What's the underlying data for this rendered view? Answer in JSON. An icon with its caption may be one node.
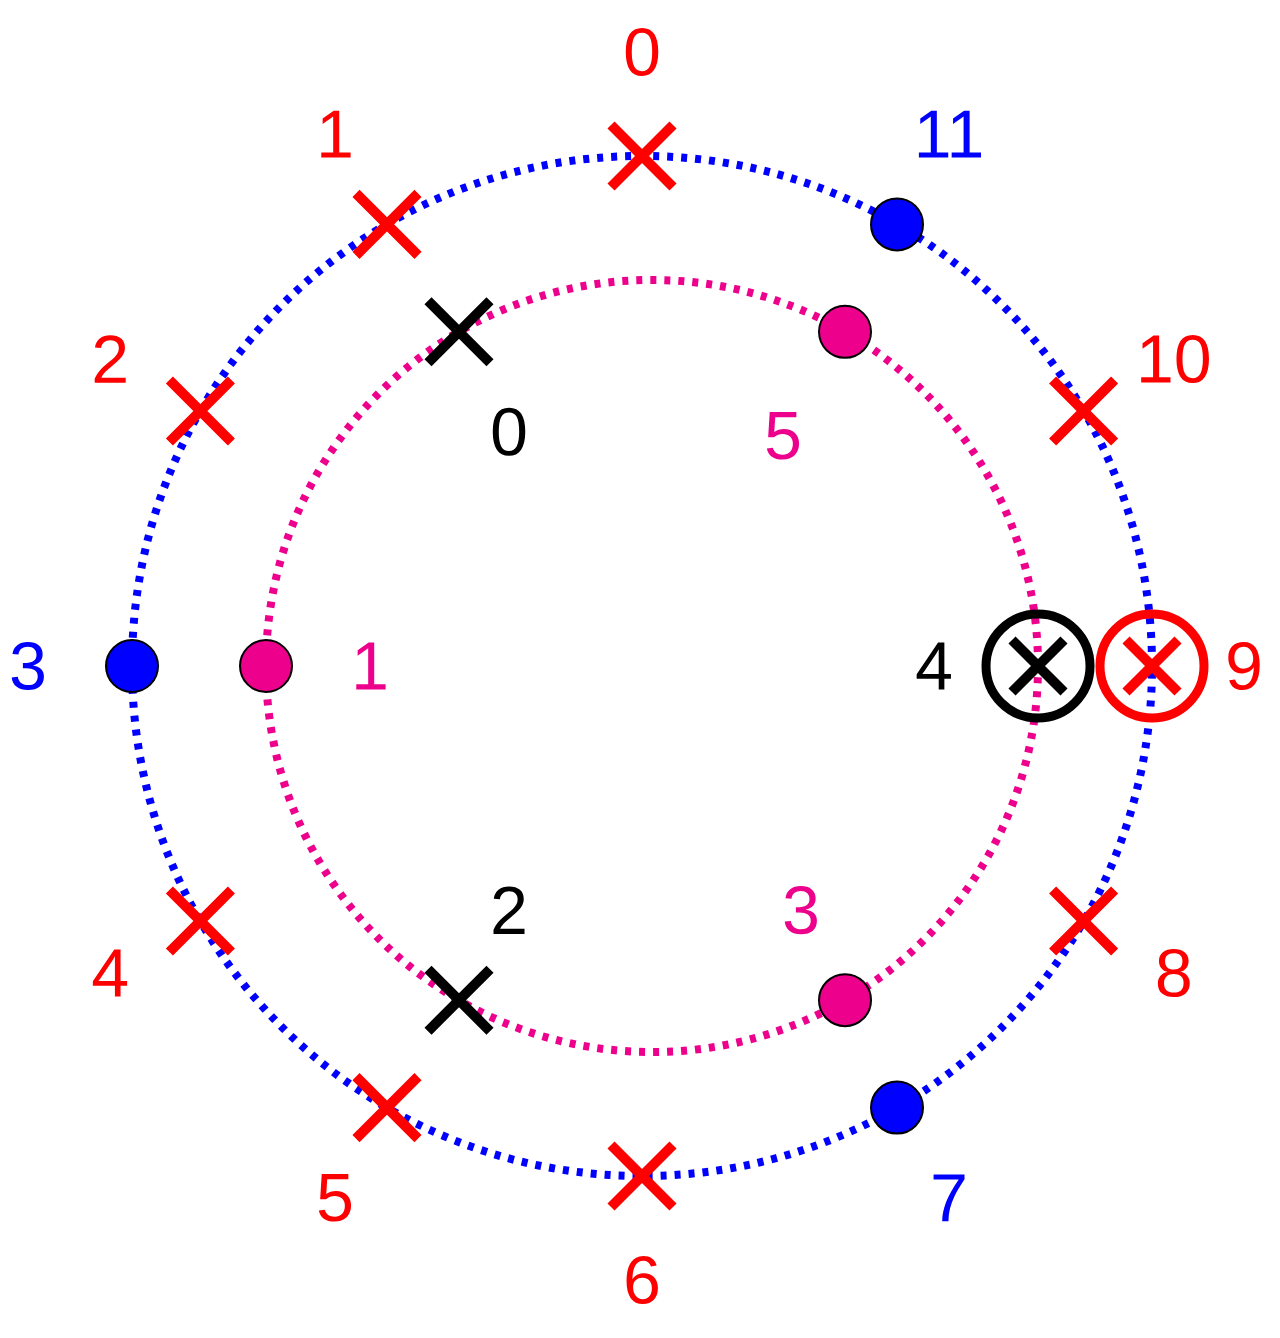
{
  "diagram": {
    "nodes": [
      {
        "text": [],
        "shape": "cross",
        "beside": [
          "0"
        ]
      },
      {
        "text": [],
        "shape": "cross",
        "beside": [
          "1"
        ]
      },
      {
        "text": [],
        "shape": "cross",
        "beside": [
          "2"
        ]
      },
      {
        "text": [],
        "shape": "circle",
        "beside": [
          "3"
        ]
      },
      {
        "text": [],
        "shape": "cross",
        "beside": [
          "4"
        ]
      },
      {
        "text": [],
        "shape": "cross",
        "beside": [
          "5"
        ]
      },
      {
        "text": [],
        "shape": "cross",
        "beside": [
          "6"
        ]
      },
      {
        "text": [],
        "shape": "circle",
        "beside": [
          "7"
        ]
      },
      {
        "text": [],
        "shape": "cross",
        "beside": [
          "8"
        ]
      },
      {
        "text": [],
        "shape": "circled-cross",
        "beside": [
          "9"
        ]
      },
      {
        "text": [],
        "shape": "cross",
        "beside": [
          "10"
        ]
      },
      {
        "text": [],
        "shape": "circle",
        "beside": [
          "11"
        ]
      },
      {
        "text": [],
        "shape": "cross",
        "beside": [
          "0"
        ]
      },
      {
        "text": [],
        "shape": "circle",
        "beside": [
          "1"
        ]
      },
      {
        "text": [],
        "shape": "cross",
        "beside": [
          "2"
        ]
      },
      {
        "text": [],
        "shape": "circle",
        "beside": [
          "3"
        ]
      },
      {
        "text": [],
        "shape": "circled-cross",
        "beside": [
          "4"
        ]
      },
      {
        "text": [],
        "shape": "circle",
        "beside": [
          "5"
        ]
      }
    ]
  }
}
